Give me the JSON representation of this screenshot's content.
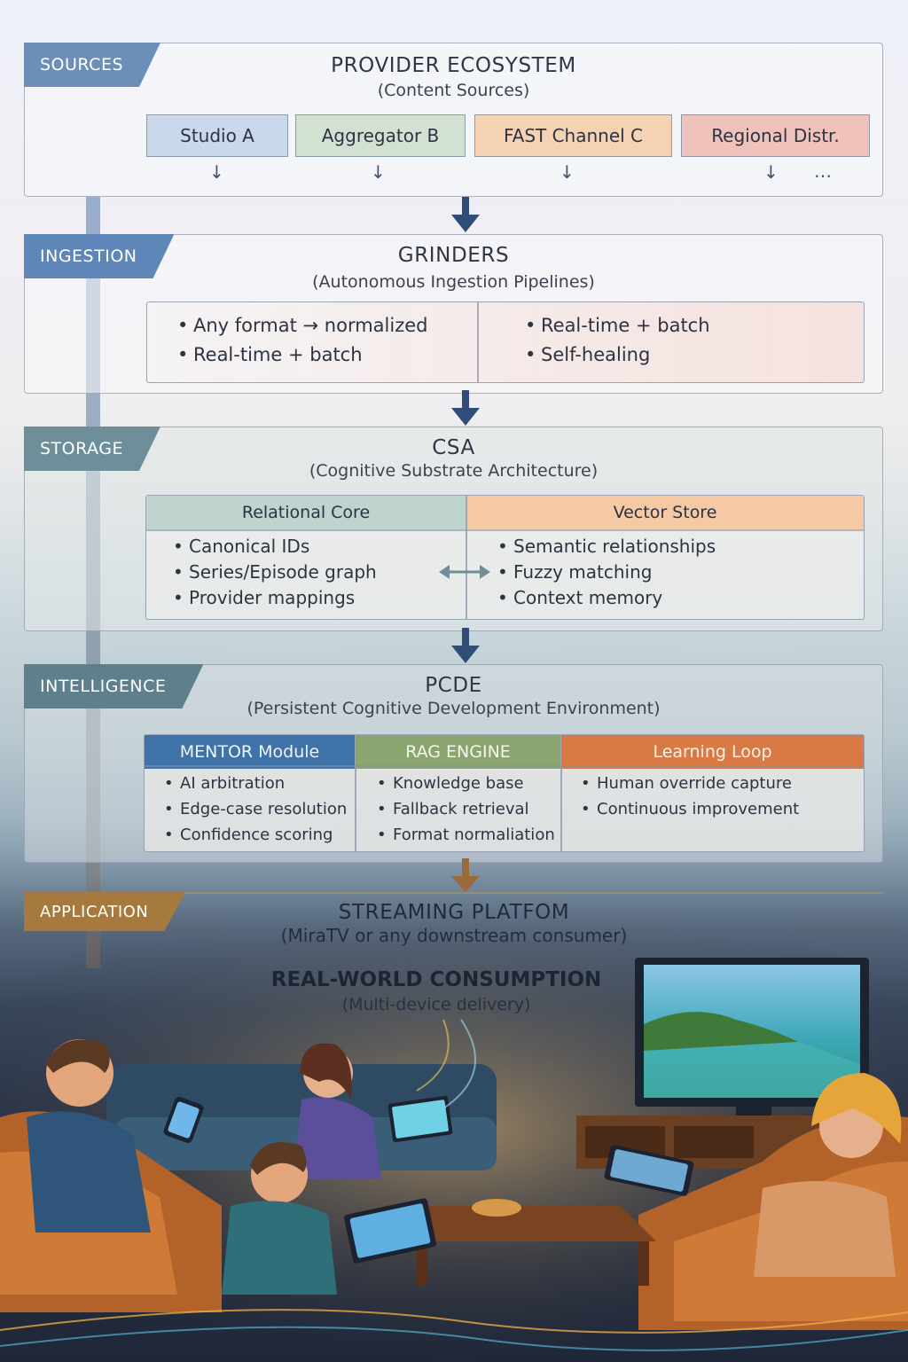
{
  "sources": {
    "tab": "SOURCES",
    "title": "PROVIDER ECOSYSTEM",
    "subtitle": "(Content Sources)",
    "providers": [
      "Studio A",
      "Aggregator B",
      "FAST Channel C",
      "Regional Distr."
    ],
    "more": "…"
  },
  "ingestion": {
    "tab": "INGESTION",
    "title": "GRINDERS",
    "subtitle": "(Autonomous Ingestion Pipelines)",
    "left_bullets": [
      "Any format → normalized",
      "Real-time + batch"
    ],
    "right_bullets": [
      "Real-time + batch",
      "Self-healing"
    ]
  },
  "storage": {
    "tab": "STORAGE",
    "title": "CSA",
    "subtitle": "(Cognitive Substrate Architecture)",
    "relational": {
      "heading": "Relational Core",
      "bullets": [
        "Canonical IDs",
        "Series/Episode graph",
        "Provider mappings"
      ]
    },
    "vector": {
      "heading": "Vector Store",
      "bullets": [
        "Semantic relationships",
        "Fuzzy matching",
        "Context memory"
      ]
    }
  },
  "intelligence": {
    "tab": "INTELLIGENCE",
    "title": "PCDE",
    "subtitle": "(Persistent Cognitive Development Environment)",
    "mentor": {
      "heading": "MENTOR Module",
      "bullets": [
        "AI arbitration",
        "Edge-case resolution",
        "Confidence scoring"
      ]
    },
    "rag": {
      "heading": "RAG ENGINE",
      "bullets": [
        "Knowledge base",
        "Fallback retrieval",
        "Format normaliation"
      ]
    },
    "learning": {
      "heading": "Learning Loop",
      "bullets": [
        "Human override capture",
        "Continuous improvement"
      ]
    }
  },
  "application": {
    "tab": "APPLICATION",
    "title": "STREAMING PLATFOM",
    "subtitle": "(MiraTV or any downstream consumer)",
    "consumption_title": "REAL-WORLD CONSUMPTION",
    "consumption_subtitle": "(Multi-device delivery)"
  },
  "colors": {
    "sources_tab": "#6b8fb8",
    "ingestion_tab": "#5f86b8",
    "storage_tab": "#6e8f9a",
    "intelligence_tab": "#5f7f8c",
    "application_tab": "#a67a3e",
    "studio": "#c9d8ea",
    "aggregator": "#d3e1d3",
    "fast": "#f6d2b4",
    "regional": "#f0c2bc",
    "relational_head": "#bfd3cf",
    "vector_head": "#f4c9a3",
    "mentor_head": "#3f73a8",
    "rag_head": "#8aa56f",
    "learning_head": "#d97a44",
    "arrow": "#2f4d78"
  }
}
